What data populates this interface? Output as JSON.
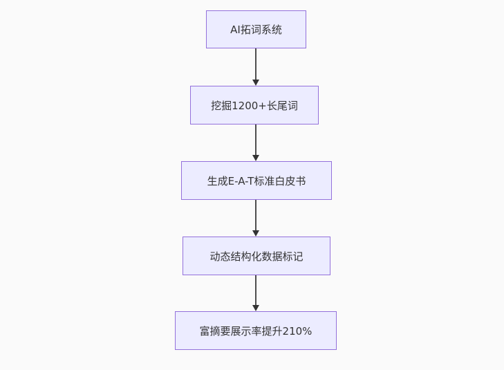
{
  "page": {
    "background_color": "#fafafa"
  },
  "flowchart": {
    "type": "flowchart-vertical",
    "node_fill_color": "#ECECFF",
    "node_border_color": "#9370DB",
    "text_color": "#333333",
    "arrow_color": "#333333",
    "nodes": [
      {
        "id": "n1",
        "label": "AI拓词系统"
      },
      {
        "id": "n2",
        "label": "挖掘1200+长尾词"
      },
      {
        "id": "n3",
        "label": "生成E-A-T标准白皮书"
      },
      {
        "id": "n4",
        "label": "动态结构化数据标记"
      },
      {
        "id": "n5",
        "label": "富摘要展示率提升210%"
      }
    ],
    "edges": [
      {
        "from": "n1",
        "to": "n2"
      },
      {
        "from": "n2",
        "to": "n3"
      },
      {
        "from": "n3",
        "to": "n4"
      },
      {
        "from": "n4",
        "to": "n5"
      }
    ]
  }
}
